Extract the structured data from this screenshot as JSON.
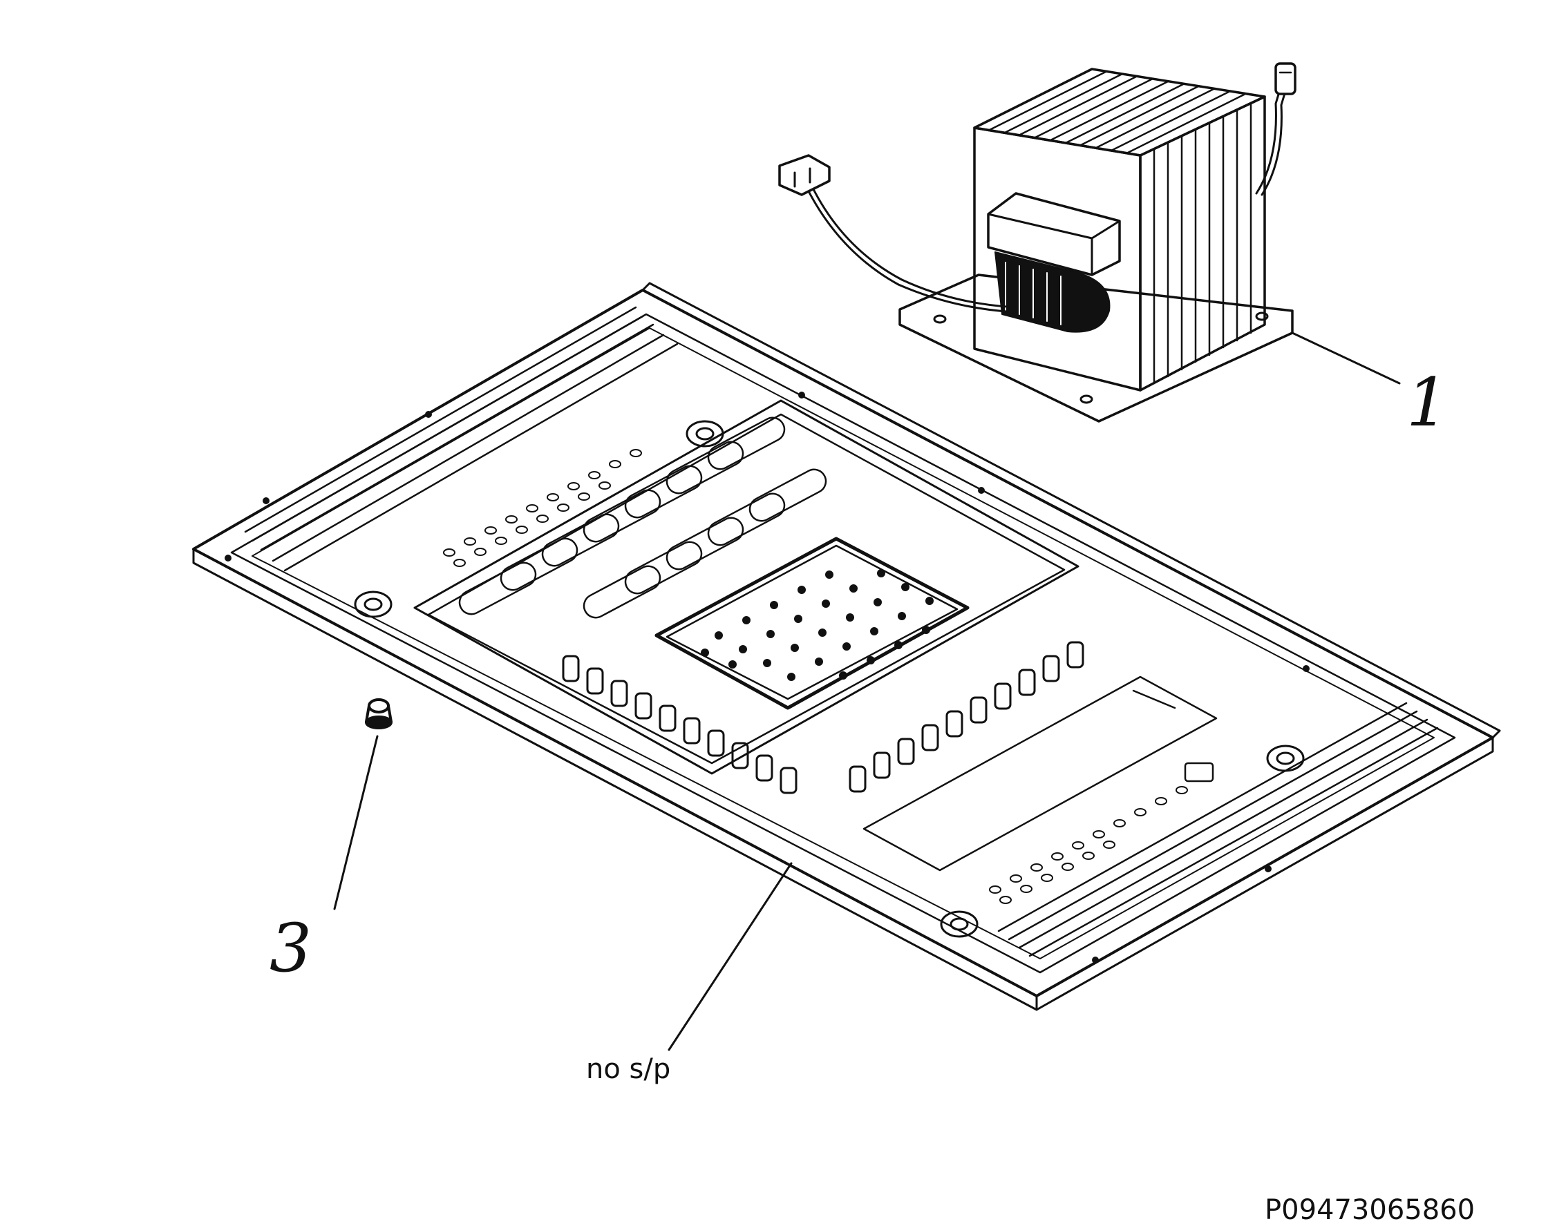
{
  "callouts": {
    "part_1": "1",
    "part_3": "3",
    "no_spare_part": "no s/p"
  },
  "footer": {
    "part_code": "P09473065860"
  },
  "colors": {
    "line": "#111111",
    "background": "#ffffff"
  }
}
